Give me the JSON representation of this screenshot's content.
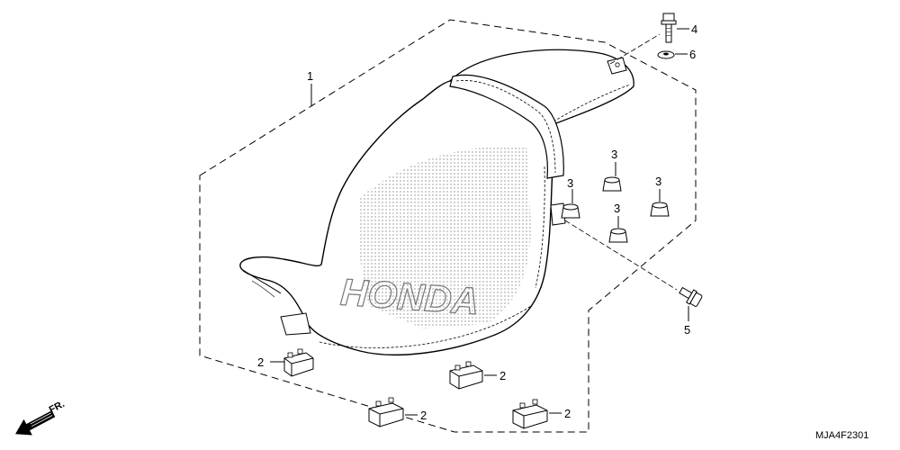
{
  "diagram": {
    "diagram_code": "MJA4F2301",
    "direction_marker": "FR.",
    "seat_logo_text": "HONDA",
    "callouts": [
      {
        "id": "seat",
        "label": "1"
      },
      {
        "id": "block-left",
        "label": "2"
      },
      {
        "id": "block-front-mid",
        "label": "2"
      },
      {
        "id": "block-front-left",
        "label": "2"
      },
      {
        "id": "block-front-right",
        "label": "2"
      },
      {
        "id": "cushion-a",
        "label": "3"
      },
      {
        "id": "cushion-b",
        "label": "3"
      },
      {
        "id": "cushion-c",
        "label": "3"
      },
      {
        "id": "cushion-d",
        "label": "3"
      },
      {
        "id": "bolt-top",
        "label": "4"
      },
      {
        "id": "bolt-side",
        "label": "5"
      },
      {
        "id": "washer",
        "label": "6"
      }
    ]
  }
}
